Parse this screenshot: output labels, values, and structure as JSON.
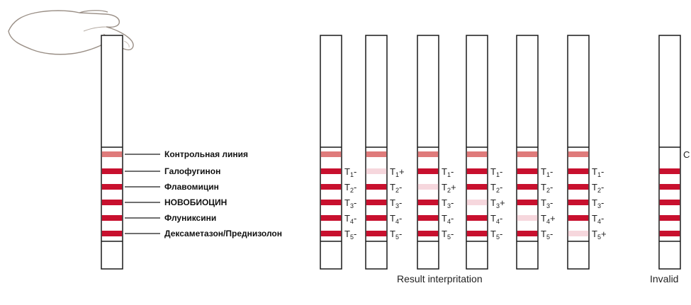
{
  "labels": [
    "Контрольная линия",
    "Галофугинон",
    "Флавомицин",
    "НОВОБИОЦИН",
    "Флуниксини",
    "Дексаметазон/Преднизолон"
  ],
  "captions": {
    "result": "Result interpritation",
    "invalid": "Invalid",
    "cut_c": "C"
  },
  "result_strips": [
    {
      "marks": [
        "T1-",
        "T2-",
        "T3-",
        "T4-",
        "T5-"
      ],
      "positive": null
    },
    {
      "marks": [
        "T1+",
        "T2-",
        "T3-",
        "T4-",
        "T5-"
      ],
      "positive": 0
    },
    {
      "marks": [
        "T1-",
        "T2+",
        "T3-",
        "T4-",
        "T5-"
      ],
      "positive": 1
    },
    {
      "marks": [
        "T1-",
        "T2-",
        "T3+",
        "T4-",
        "T5-"
      ],
      "positive": 2
    },
    {
      "marks": [
        "T1-",
        "T2-",
        "T3-",
        "T4+",
        "T5-"
      ],
      "positive": 3
    },
    {
      "marks": [
        "T1-",
        "T2-",
        "T3-",
        "T4-",
        "T5+"
      ],
      "positive": 4
    }
  ],
  "colors": {
    "control_line": "#df7b7b",
    "test_line": "#c8102e",
    "faint_line": "#f6d7dd",
    "outline": "#1a1a1a"
  },
  "icons": {
    "hand": "hand-icon"
  }
}
